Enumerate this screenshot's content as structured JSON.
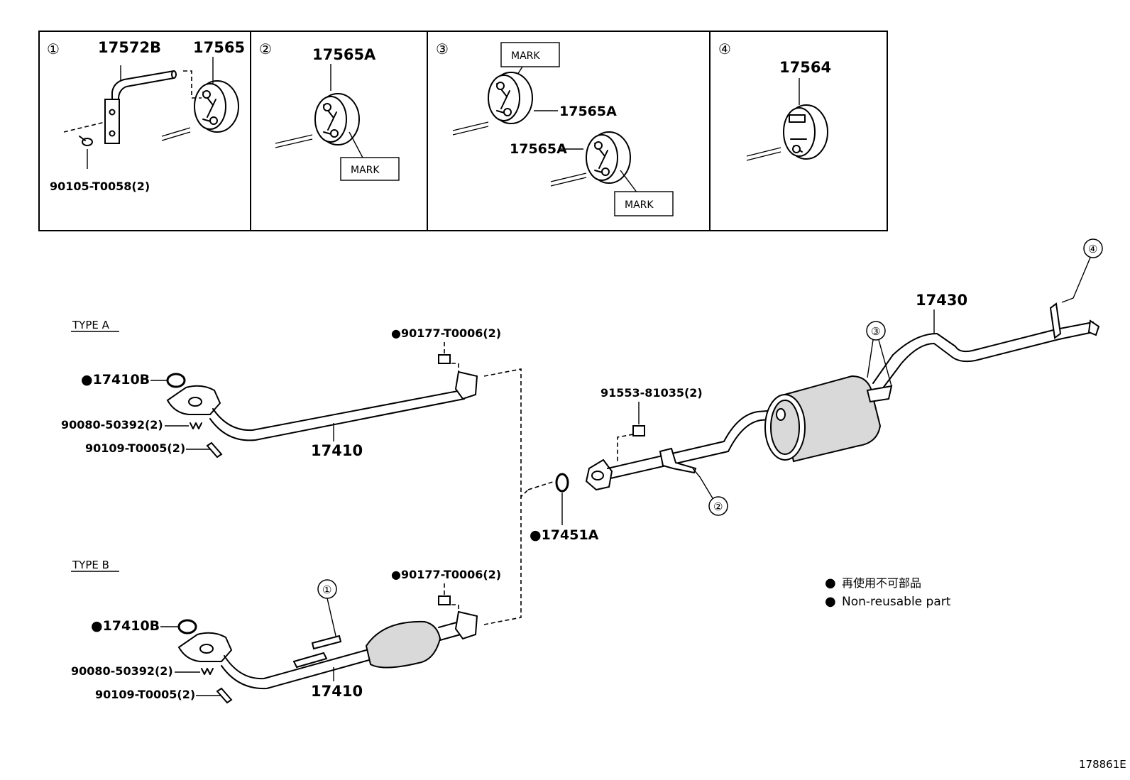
{
  "panels": [
    {
      "num": "①",
      "labels": [
        "17572B",
        "17565",
        "90105-T0058(2)"
      ]
    },
    {
      "num": "②",
      "labels": [
        "17565A"
      ],
      "mark": "MARK"
    },
    {
      "num": "③",
      "labels": [
        "17565A",
        "17565A"
      ],
      "marks": [
        "MARK",
        "MARK"
      ]
    },
    {
      "num": "④",
      "labels": [
        "17564"
      ]
    }
  ],
  "type_a": {
    "title": "TYPE A",
    "gasket": "●17410B",
    "nut": "●90177-T0006(2)",
    "spring": "90080-50392(2)",
    "bolt": "90109-T0005(2)",
    "pipe": "17410"
  },
  "type_b": {
    "title": "TYPE B",
    "gasket": "●17410B",
    "nut": "●90177-T0006(2)",
    "spring": "90080-50392(2)",
    "bolt": "90109-T0005(2)",
    "pipe": "17410",
    "callout": "①"
  },
  "center": {
    "gasket": "●17451A"
  },
  "rear": {
    "bolt": "91553-81035(2)",
    "tailpipe": "17430",
    "callouts": [
      "②",
      "③",
      "④"
    ]
  },
  "legend": [
    {
      "bullet": "●",
      "text": "再使用不可部品"
    },
    {
      "bullet": "●",
      "text": "Non-reusable part"
    }
  ],
  "figure_id": "178861E"
}
